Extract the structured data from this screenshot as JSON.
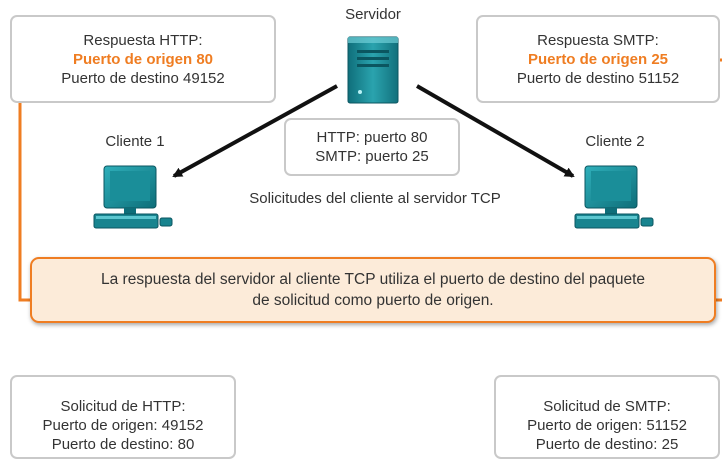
{
  "server": {
    "label": "Servidor"
  },
  "clients": {
    "client1": "Cliente 1",
    "client2": "Cliente 2"
  },
  "ports_box": {
    "http": "HTTP: puerto 80",
    "smtp": "SMTP: puerto 25"
  },
  "requests_caption": "Solicitudes del cliente al servidor TCP",
  "http_response": {
    "title": "Respuesta HTTP:",
    "source": "Puerto de origen 80",
    "destination": "Puerto de destino 49152"
  },
  "smtp_response": {
    "title": "Respuesta SMTP:",
    "source": "Puerto de origen 25",
    "destination": "Puerto de destino 51152"
  },
  "note": {
    "line1": "La respuesta del servidor al cliente TCP utiliza el puerto de destino del paquete",
    "line2": "de solicitud como puerto de origen."
  },
  "http_request": {
    "title": "Solicitud de HTTP:",
    "source": "Puerto de origen: 49152",
    "destination": "Puerto de destino: 80"
  },
  "smtp_request": {
    "title": "Solicitud de SMTP:",
    "source": "Puerto de origen: 51152",
    "destination": "Puerto de destino: 25"
  },
  "colors": {
    "accent_orange": "#ef7d22",
    "server_teal": "#1e8a96",
    "box_border": "#c9c9c9"
  }
}
